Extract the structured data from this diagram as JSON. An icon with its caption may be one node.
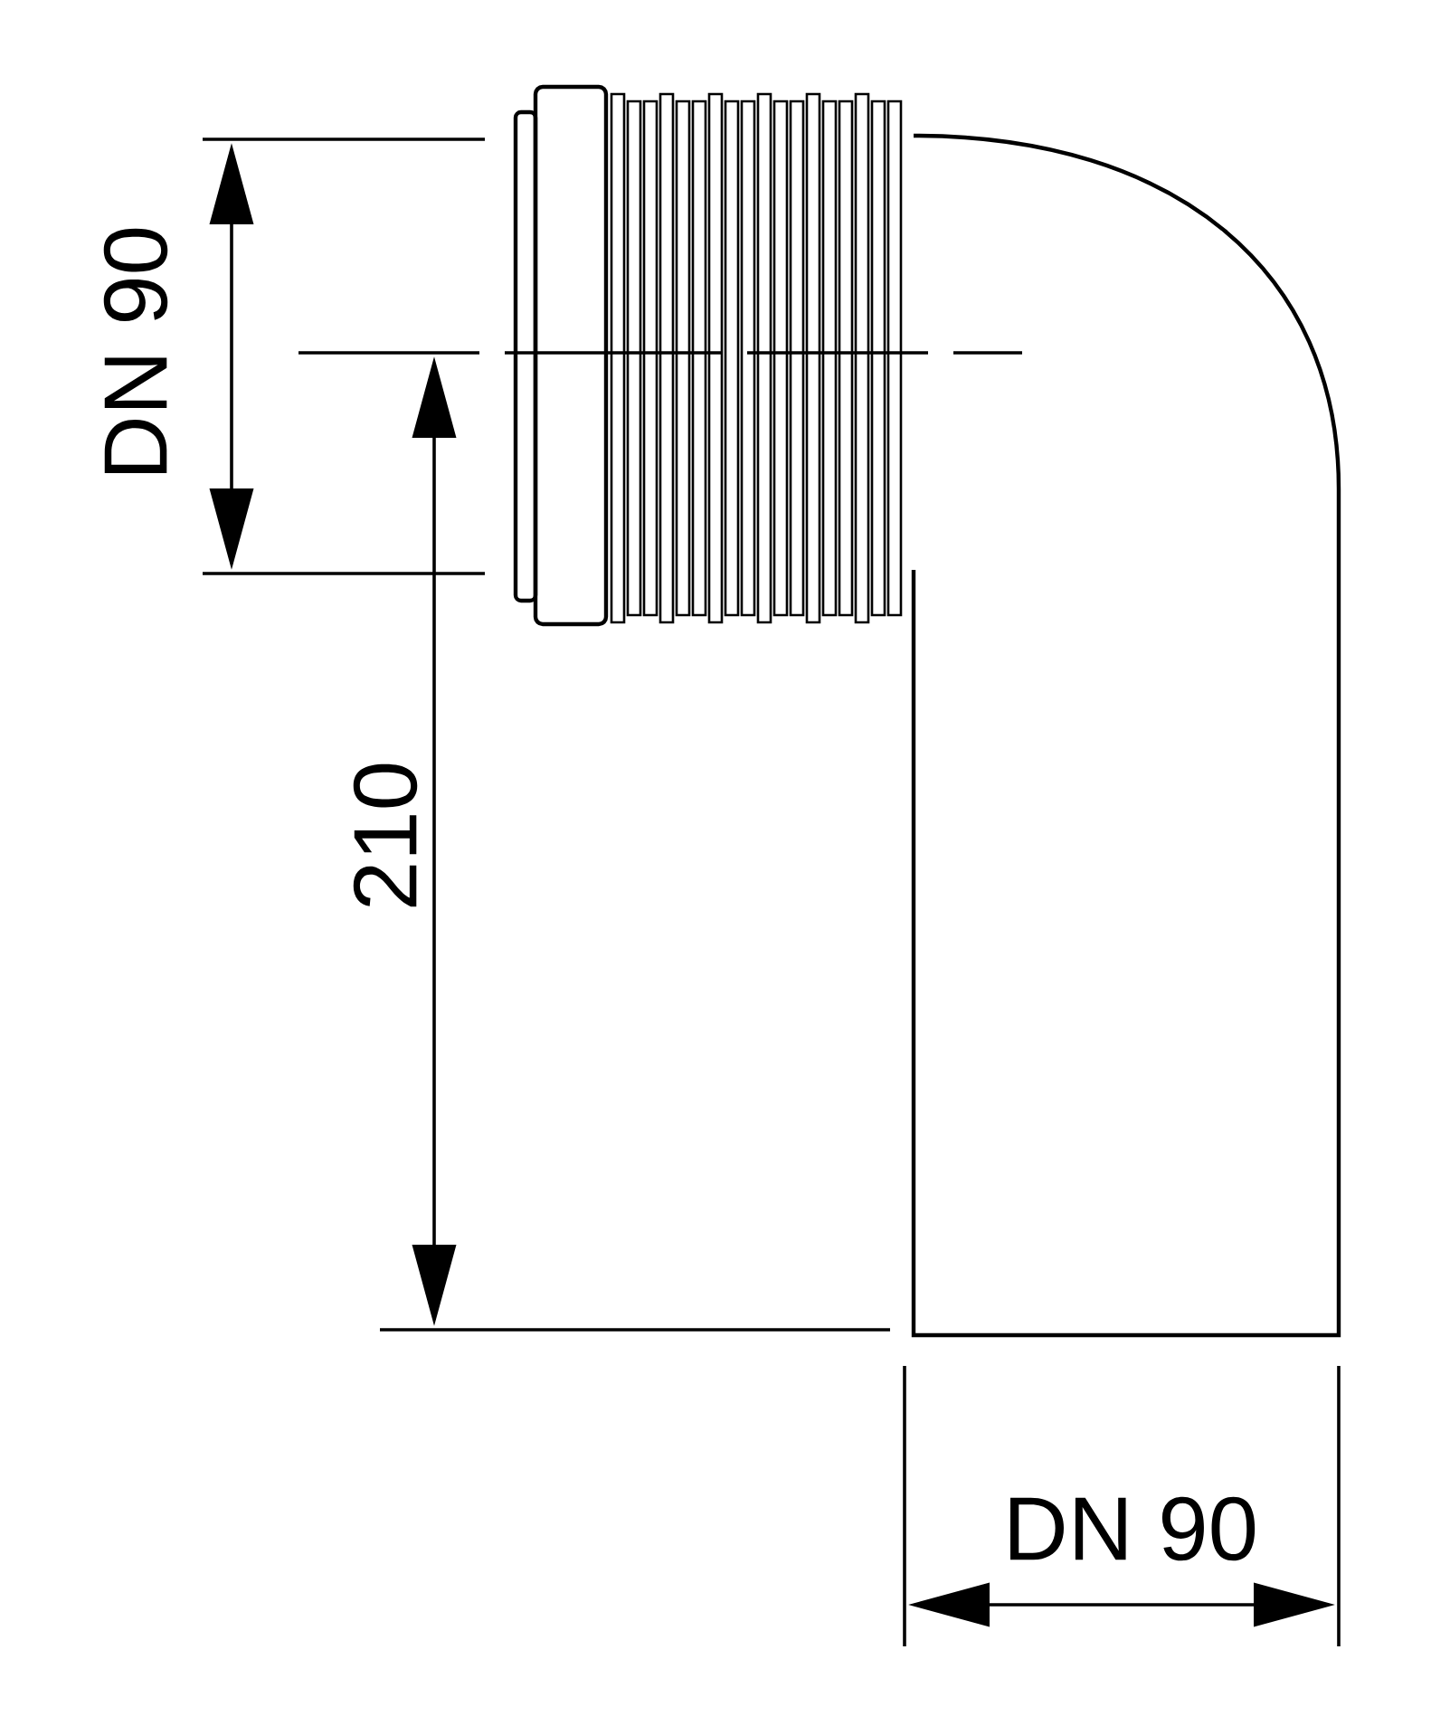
{
  "diagram": {
    "labels": [
      "DN 90",
      "210",
      "DN 90"
    ]
  }
}
